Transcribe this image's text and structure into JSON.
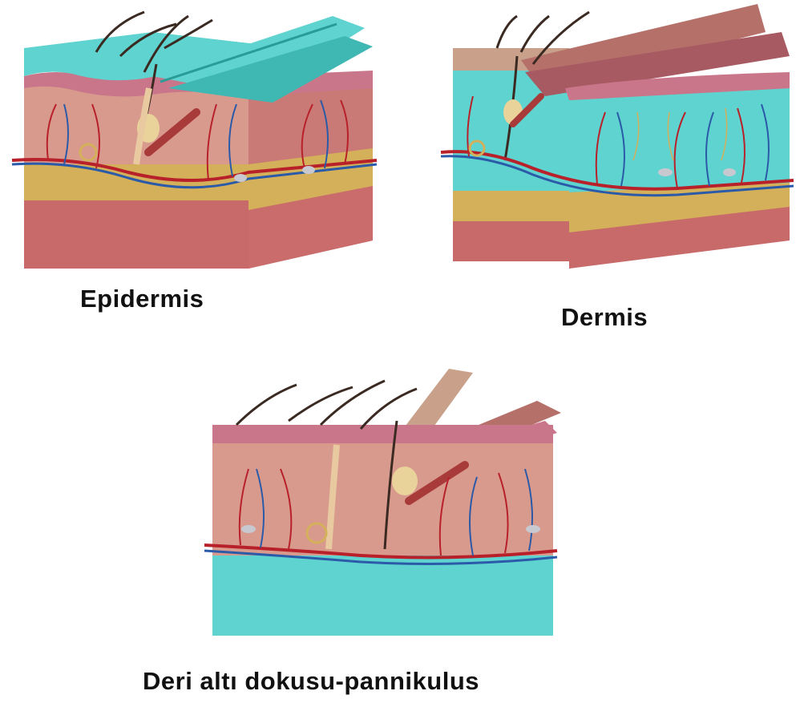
{
  "labels": {
    "epidermis": "Epidermis",
    "dermis": "Dermis",
    "subcutaneous": "Deri altı dokusu-pannikulus"
  },
  "colors": {
    "highlight": "#5fd3cf",
    "highlight_dark": "#3fb8b4",
    "dermis_tissue": "#d99a8e",
    "dermis_dark": "#b5706a",
    "fat_layer": "#d4b05a",
    "muscle_layer": "#c96a6a",
    "skin_top": "#c9768a",
    "artery": "#b8202a",
    "vein": "#2a5aa8",
    "hair": "#3a2a22",
    "gland": "#e9d39a"
  },
  "panels": [
    {
      "name": "epidermis-panel",
      "highlighted_layer": "epidermis"
    },
    {
      "name": "dermis-panel",
      "highlighted_layer": "dermis"
    },
    {
      "name": "subcutaneous-panel",
      "highlighted_layer": "subcutaneous"
    }
  ]
}
